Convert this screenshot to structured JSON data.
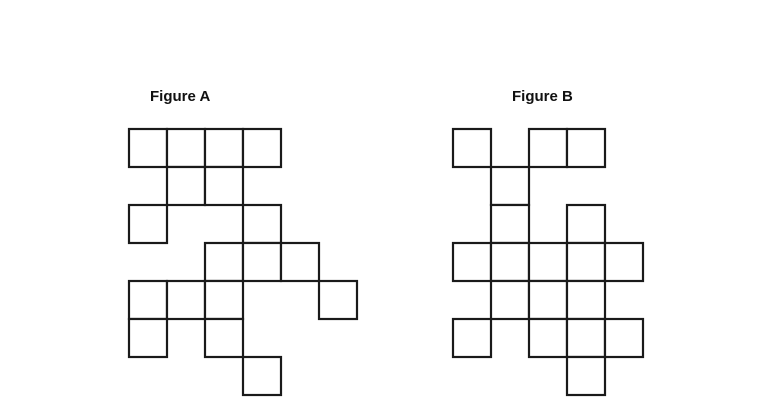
{
  "figures": {
    "a": {
      "title": "Figure A",
      "cells": [
        [
          0,
          0
        ],
        [
          1,
          0
        ],
        [
          2,
          0
        ],
        [
          3,
          0
        ],
        [
          1,
          1
        ],
        [
          2,
          1
        ],
        [
          0,
          2
        ],
        [
          3,
          2
        ],
        [
          2,
          3
        ],
        [
          3,
          3
        ],
        [
          4,
          3
        ],
        [
          0,
          4
        ],
        [
          1,
          4
        ],
        [
          2,
          4
        ],
        [
          5,
          4
        ],
        [
          0,
          5
        ],
        [
          2,
          5
        ],
        [
          3,
          6
        ]
      ]
    },
    "b": {
      "title": "Figure B",
      "cells": [
        [
          0,
          0
        ],
        [
          2,
          0
        ],
        [
          3,
          0
        ],
        [
          1,
          1
        ],
        [
          1,
          2
        ],
        [
          3,
          2
        ],
        [
          0,
          3
        ],
        [
          1,
          3
        ],
        [
          2,
          3
        ],
        [
          3,
          3
        ],
        [
          4,
          3
        ],
        [
          1,
          4
        ],
        [
          2,
          4
        ],
        [
          3,
          4
        ],
        [
          0,
          5
        ],
        [
          2,
          5
        ],
        [
          3,
          5
        ],
        [
          4,
          5
        ],
        [
          3,
          6
        ]
      ]
    }
  }
}
